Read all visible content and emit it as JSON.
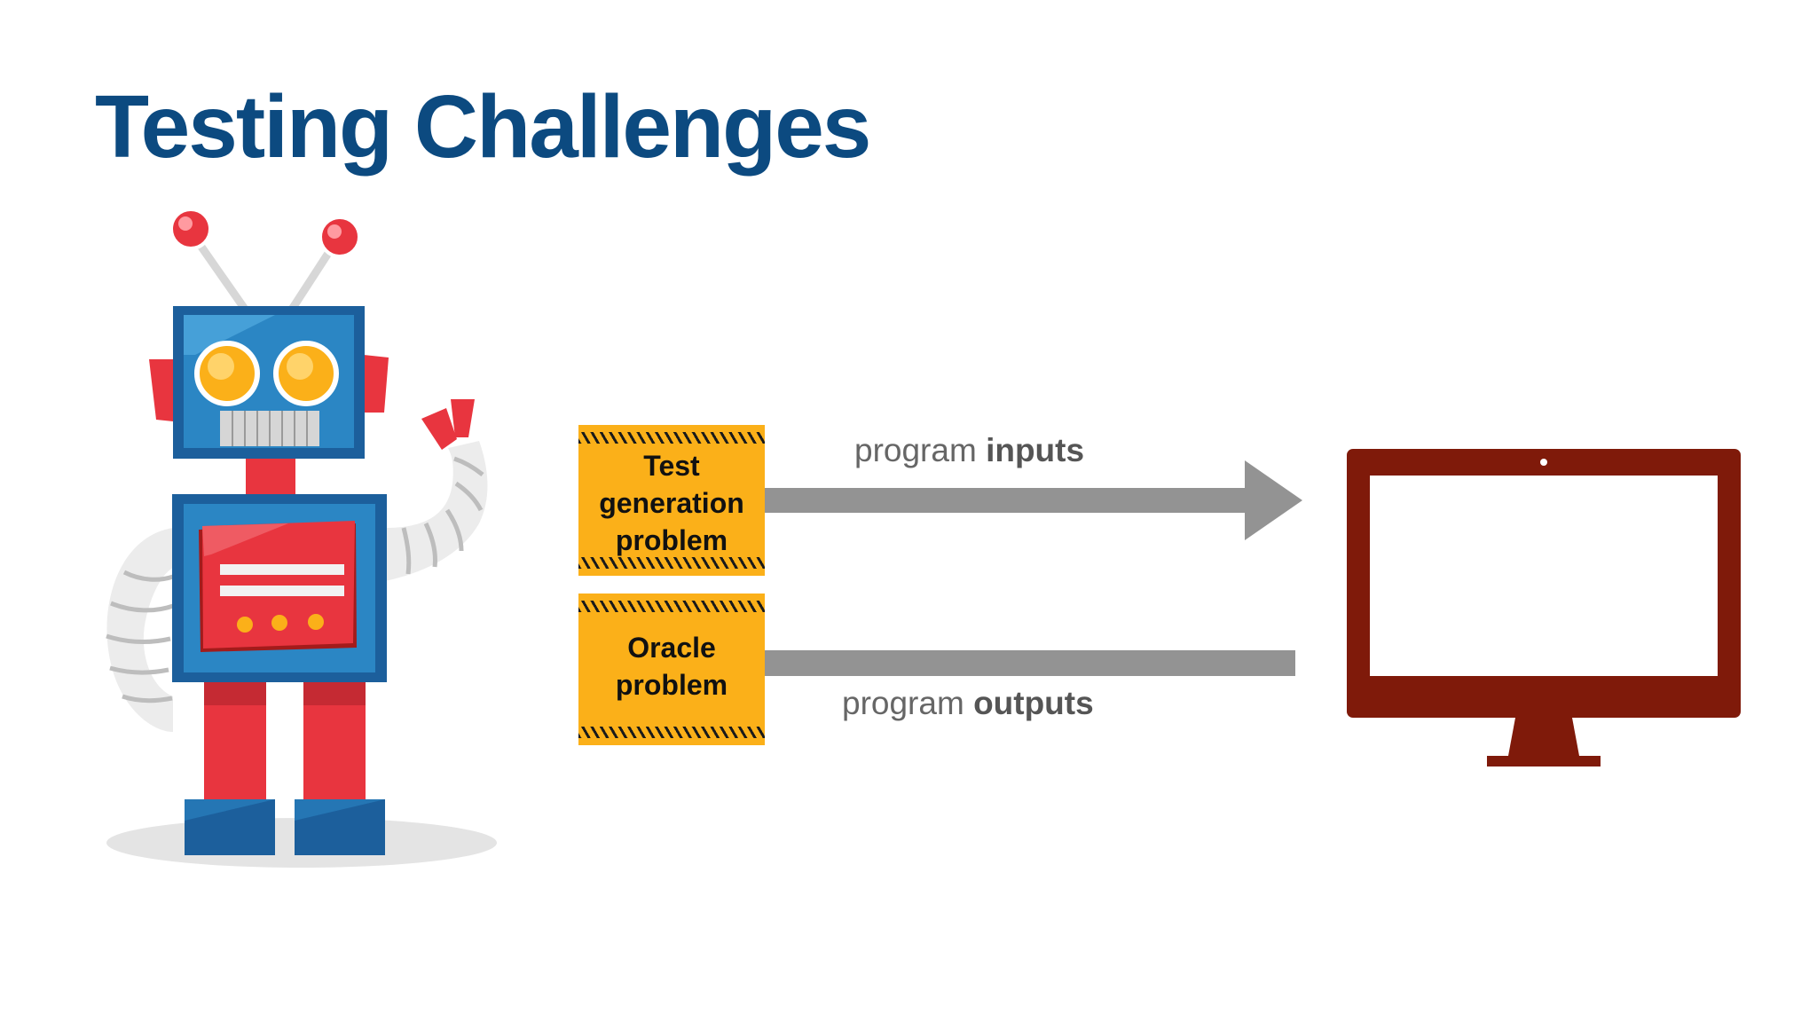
{
  "slide": {
    "title": "Testing Challenges"
  },
  "boxes": {
    "test_generation": "Test\ngeneration\nproblem",
    "oracle": "Oracle\nproblem"
  },
  "flows": {
    "inputs": {
      "prefix": "program",
      "emphasis": "inputs"
    },
    "outputs": {
      "prefix": "program",
      "emphasis": "outputs"
    }
  },
  "colors": {
    "title": "#0c4a80",
    "hazard": "#fbb019",
    "arrow": "#939393",
    "monitor": "#7f1a0a"
  },
  "icons": {
    "robot": "robot-illustration",
    "monitor": "computer-monitor-icon"
  }
}
